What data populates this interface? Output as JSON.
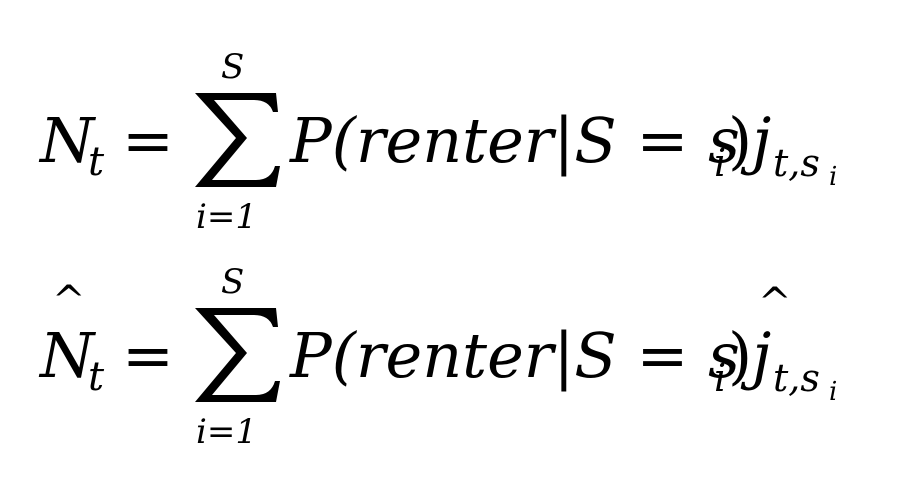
{
  "equations": [
    {
      "lhs": {
        "symbol": "N",
        "subscript": "t",
        "hat": ""
      },
      "equals": "=",
      "sum": {
        "operator": "∑",
        "upper": "S",
        "lower": "i=1"
      },
      "body": {
        "prefix": "P(renter|S = s",
        "prefix_sub": "i",
        "close": ")",
        "factor": "j",
        "factor_hat": "",
        "factor_sub": "t,s",
        "factor_subsub": "i"
      }
    },
    {
      "lhs": {
        "symbol": "N",
        "subscript": "t",
        "hat": "^"
      },
      "equals": "=",
      "sum": {
        "operator": "∑",
        "upper": "S",
        "lower": "i=1"
      },
      "body": {
        "prefix": "P(renter|S = s",
        "prefix_sub": "i",
        "close": ")",
        "factor": "j",
        "factor_hat": "^",
        "factor_sub": "t,s",
        "factor_subsub": "i"
      }
    }
  ]
}
